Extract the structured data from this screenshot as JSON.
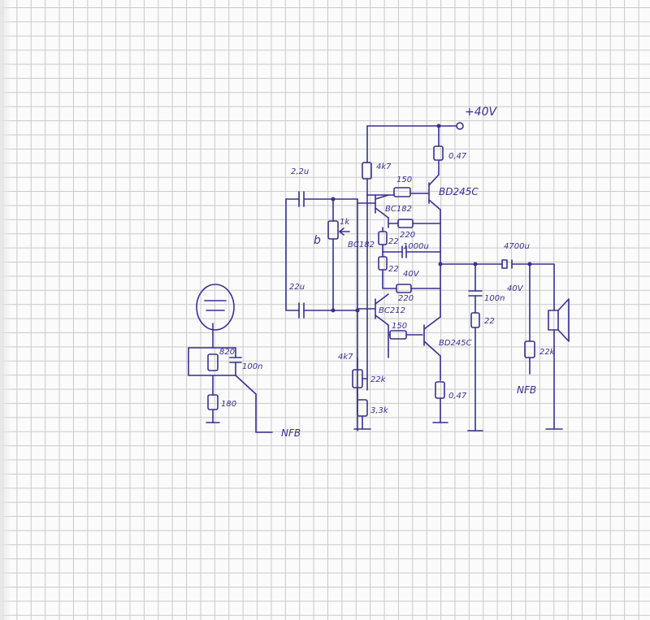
{
  "labels": {
    "supply": "+40V",
    "c_input_top": "2,2u",
    "r_top_left": "4k7",
    "r_top_mid": "150",
    "q_out_top": "BD245C",
    "r_emitter_top": "0,47",
    "pot_bias": "1k",
    "bias_letter": "b",
    "q_bias": "BC182",
    "q_drv_top": "BC182",
    "r_220_a": "220",
    "r_22_a": "22",
    "r_22_b": "22",
    "c_1000u": "1000u",
    "c_40v": "40V",
    "r_220_b": "220",
    "q_drv_bot": "BC212",
    "r_150_b": "150",
    "q_out_bot": "BD245C",
    "r_emitter_bot": "0,47",
    "c_input_bot": "22u",
    "c_100n": "100n",
    "r_22_c": "22",
    "c_out": "4700u",
    "c_out_v": "40V",
    "r_nfb": "22k",
    "nfb_right": "NFB",
    "pot_low": "4k7",
    "r_low_a": "22k",
    "r_low_b": "3,3k",
    "tube_r1": "820",
    "tube_c": "100n",
    "tube_r2": "180",
    "nfb_left": "NFB"
  }
}
